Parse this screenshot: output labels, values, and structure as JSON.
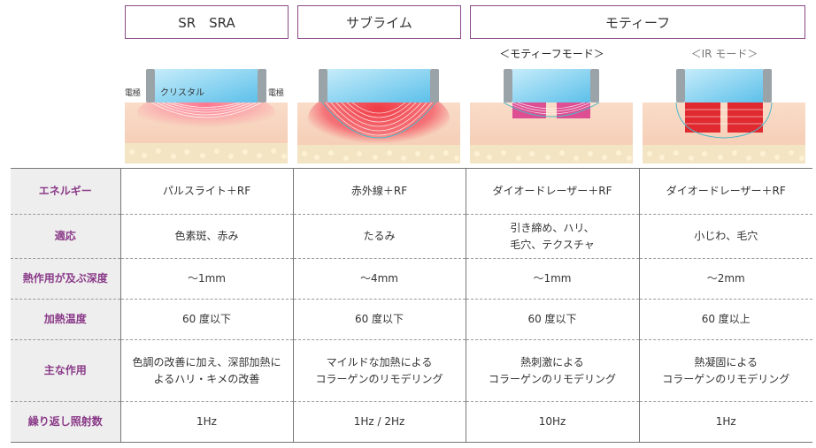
{
  "headers": {
    "sr": "SR　SRA",
    "sublime": "サブライム",
    "motif": "モティーフ"
  },
  "sublabels": {
    "motif_mode": "＜モティーフモード＞",
    "ir_mode": "＜IR モード＞"
  },
  "illustration": {
    "electrode_left": "電極",
    "crystal": "クリスタル",
    "electrode_right": "電極"
  },
  "rows": [
    {
      "label": "エネルギー",
      "cells": [
        "パルスライト＋RF",
        "赤外線＋RF",
        "ダイオードレーザー＋RF",
        "ダイオードレーザー＋RF"
      ]
    },
    {
      "label": "適応",
      "cells": [
        "色素斑、赤み",
        "たるみ",
        "引き締め、ハリ、\n毛穴、テクスチャ",
        "小じわ、毛穴"
      ]
    },
    {
      "label": "熱作用が及ぶ深度",
      "cells": [
        "～1mm",
        "～4mm",
        "～1mm",
        "～2mm"
      ]
    },
    {
      "label": "加熱温度",
      "cells": [
        "60 度以下",
        "60 度以下",
        "60 度以下",
        "60 度以上"
      ]
    },
    {
      "label": "主な作用",
      "cells": [
        "色調の改善に加え、深部加熱に\nよるハリ・キメの改善",
        "マイルドな加熱による\nコラーゲンのリモデリング",
        "熱刺激による\nコラーゲンのリモデリング",
        "熱凝固による\nコラーゲンのリモデリング"
      ]
    },
    {
      "label": "繰り返し照射数",
      "cells": [
        "1Hz",
        "1Hz / 2Hz",
        "10Hz",
        "1Hz"
      ]
    }
  ],
  "colors": {
    "accent": "#8a3a88",
    "skin": "#f7d3bf",
    "heat": "#e8404c",
    "crystal": "#8fd3ef"
  }
}
